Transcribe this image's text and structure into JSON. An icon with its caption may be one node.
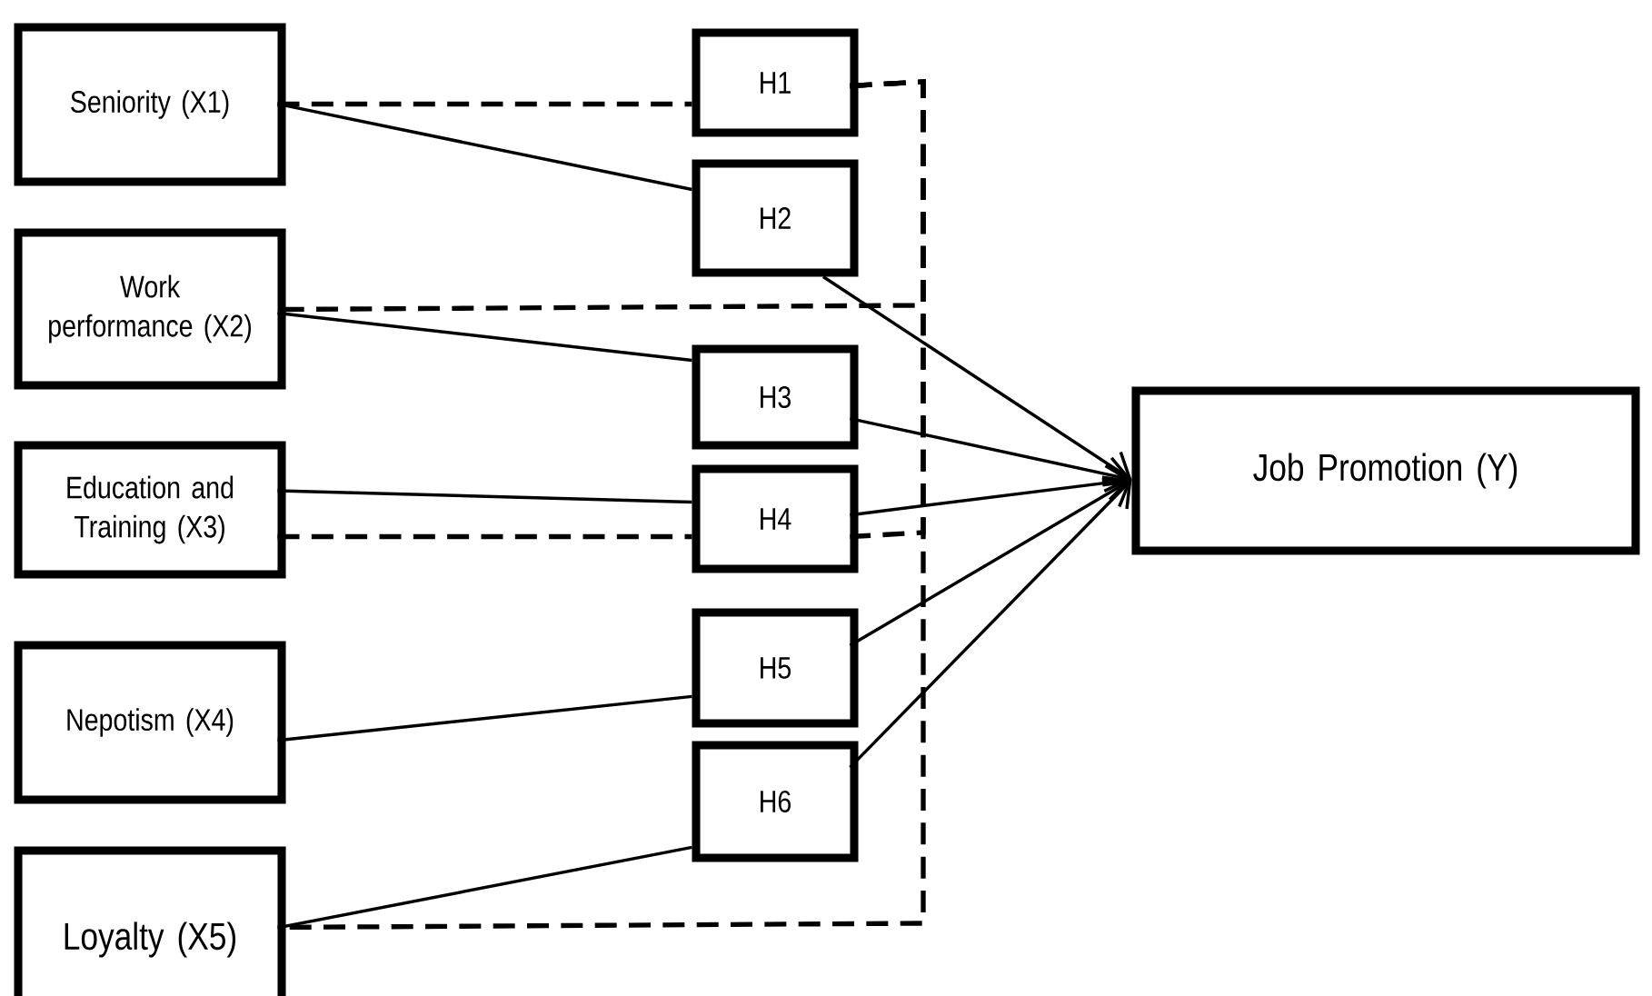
{
  "diagram": {
    "nodes": [
      {
        "text": [
          "Seniority (X1)"
        ]
      },
      {
        "text": [
          "Work performance (X2)"
        ]
      },
      {
        "text": [
          "Education and Training (X3)"
        ]
      },
      {
        "text": [
          "Nepotism (X4)"
        ]
      },
      {
        "text": [
          "Loyalty (X5)"
        ]
      },
      {
        "text": [
          "H1"
        ]
      },
      {
        "text": [
          "H2"
        ]
      },
      {
        "text": [
          "H3"
        ]
      },
      {
        "text": [
          "H4"
        ]
      },
      {
        "text": [
          "H5"
        ]
      },
      {
        "text": [
          "H6"
        ]
      },
      {
        "text": [
          "Job Promotion (Y)"
        ]
      }
    ],
    "edges": [
      {
        "from": 0,
        "to": 5,
        "arrow": "none",
        "style": "dashed"
      },
      {
        "from": 5,
        "to": 1,
        "arrow": "none",
        "style": "dashed"
      },
      {
        "from": 5,
        "to": 8,
        "arrow": "none",
        "style": "dashed"
      },
      {
        "from": 2,
        "to": 8,
        "arrow": "none",
        "style": "dashed"
      },
      {
        "from": 5,
        "to": 4,
        "arrow": "none",
        "style": "dashed"
      },
      {
        "from": 0,
        "to": 6,
        "arrow": "none"
      },
      {
        "from": 6,
        "to": 11,
        "arrow": "to"
      },
      {
        "from": 1,
        "to": 7,
        "arrow": "none"
      },
      {
        "from": 7,
        "to": 11,
        "arrow": "to"
      },
      {
        "from": 2,
        "to": 8,
        "arrow": "none"
      },
      {
        "from": 8,
        "to": 11,
        "arrow": "to"
      },
      {
        "from": 3,
        "to": 9,
        "arrow": "none"
      },
      {
        "from": 9,
        "to": 11,
        "arrow": "to"
      },
      {
        "from": 4,
        "to": 10,
        "arrow": "none"
      },
      {
        "from": 10,
        "to": 11,
        "arrow": "to"
      }
    ]
  }
}
